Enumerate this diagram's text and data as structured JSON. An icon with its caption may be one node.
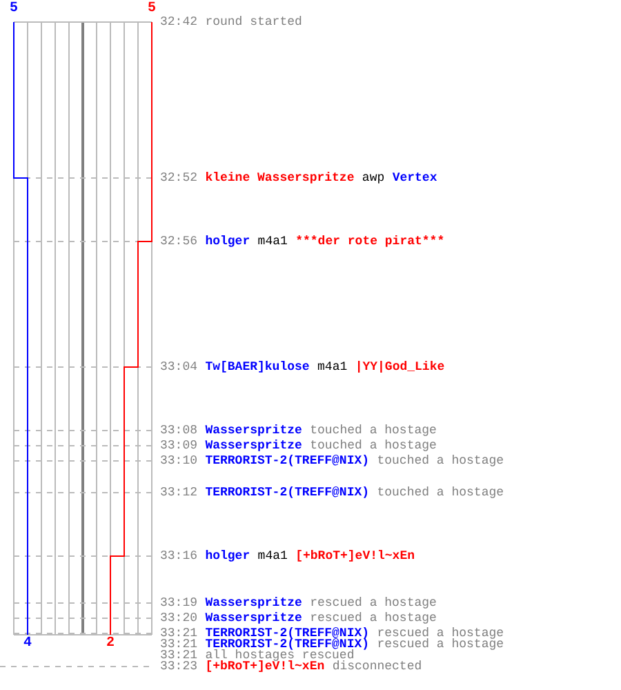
{
  "diagram": {
    "labels": [
      "5",
      "5",
      "32:42",
      "round started",
      "32:52",
      "kleine Wasserspritze",
      "awp",
      "Vertex",
      "32:56",
      "holger",
      "m4a1",
      "***der rote pirat***",
      "33:04",
      "Tw[BAER]kulose",
      "m4a1",
      "|YY|God_Like",
      "33:08",
      "Wasserspritze",
      "touched a hostage",
      "33:09",
      "Wasserspritze",
      "touched a hostage",
      "33:10",
      "TERRORIST-2(TREFF@NIX)",
      "touched a hostage",
      "33:12",
      "TERRORIST-2(TREFF@NIX)",
      "touched a hostage",
      "33:16",
      "holger",
      "m4a1",
      "[+bRoT+]eV!l~xEn",
      "33:19",
      "Wasserspritze",
      "rescued a hostage",
      "33:20",
      "Wasserspritze",
      "rescued a hostage",
      "33:21",
      "TERRORIST-2(TREFF@NIX)",
      "rescued a hostage",
      "33:21",
      "TERRORIST-2(TREFF@NIX)",
      "rescued a hostage",
      "33:21",
      "all hostages rescued",
      "33:23",
      "[+bRoT+]eV!l~xEn",
      "disconnected",
      "4",
      "2"
    ]
  }
}
